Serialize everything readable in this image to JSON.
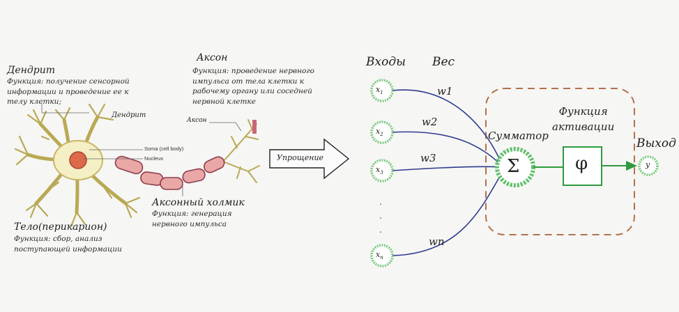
{
  "neuron": {
    "dendrite": {
      "title": "Дендрит",
      "desc": "Функция: получение сенсорной\nинформации и проведение ее к\nтелу клетки;",
      "label": "Дендрит"
    },
    "axon": {
      "title": "Аксон",
      "desc": "Функция: проведение нервного\nимпульса от тела клетки к\nрабочему органу или соседней\nнервной клетке",
      "label": "Аксон"
    },
    "soma_label": "Soma (cell body)",
    "nucleus_label": "Nucleus",
    "hillock": {
      "title": "Аксонный холмик",
      "desc": "Функция: генерация\nнервного импульса"
    },
    "body": {
      "title": "Тело(перикарион)",
      "desc": "Функция: сбор, анализ\nпоступающей информации"
    }
  },
  "arrow_label": "Упрощение",
  "perceptron": {
    "inputs_header": "Входы",
    "weights_header": "Вес",
    "inputs": [
      {
        "sym": "x",
        "sub": "1"
      },
      {
        "sym": "x",
        "sub": "2"
      },
      {
        "sym": "x",
        "sub": "3"
      },
      {
        "sym": "x",
        "sub": "n"
      }
    ],
    "weights": [
      "w1",
      "w2",
      "w3",
      "wn"
    ],
    "ellipsis": ".\n.\n.",
    "summator_label": "Сумматор",
    "summator_symbol": "Σ",
    "activation_label": "Функция\nактивации",
    "activation_symbol": "φ",
    "output_label": "Выход",
    "output_symbol": "y",
    "colors": {
      "line": "#2f3b8f",
      "node_glow": "#5fbf6a",
      "box": "#2e9a3c",
      "dashed": "#b2714a"
    }
  }
}
